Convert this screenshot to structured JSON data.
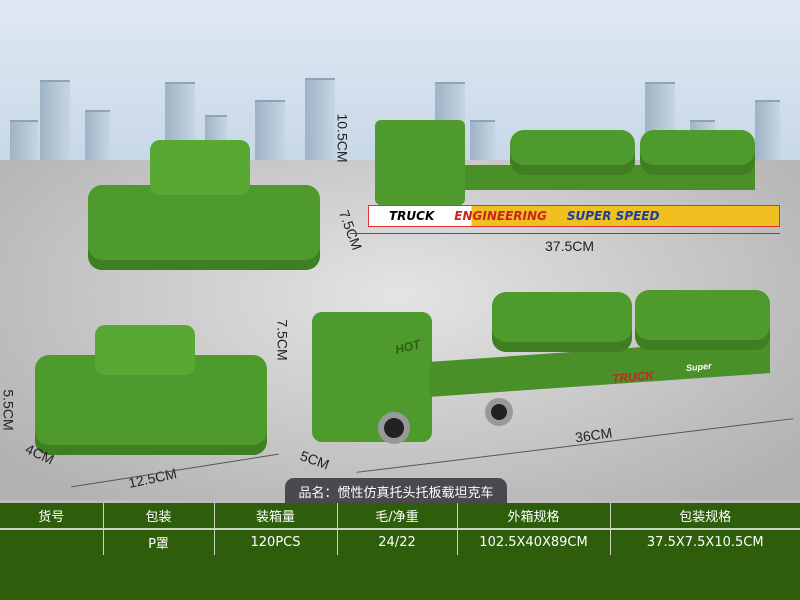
{
  "product_name_label": "品名：惯性仿真托头托板载坦克车",
  "dimensions": {
    "package_height": "10.5CM",
    "package_depth": "7.5CM",
    "package_width": "37.5CM",
    "truck_height": "7.5CM",
    "truck_length": "36CM",
    "truck_width": "5CM",
    "tank_height": "5.5CM",
    "tank_width": "4CM",
    "tank_length": "12.5CM"
  },
  "packaging_text": [
    "TRUCK",
    "ENGINEERING",
    "SUPER SPEED"
  ],
  "truck_text": [
    "HOT",
    "TRUCK",
    "Super"
  ],
  "table": {
    "headers": [
      "货号",
      "包装",
      "装箱量",
      "毛/净重",
      "外箱规格",
      "包装规格"
    ],
    "row": [
      "",
      "P罩",
      "120PCS",
      "24/22",
      "102.5X40X89CM",
      "37.5X7.5X10.5CM"
    ]
  },
  "colors": {
    "table_bg": "#2e5e0c",
    "toy_green": "#4e9a2c",
    "title_tab": "#4a4a4e"
  }
}
